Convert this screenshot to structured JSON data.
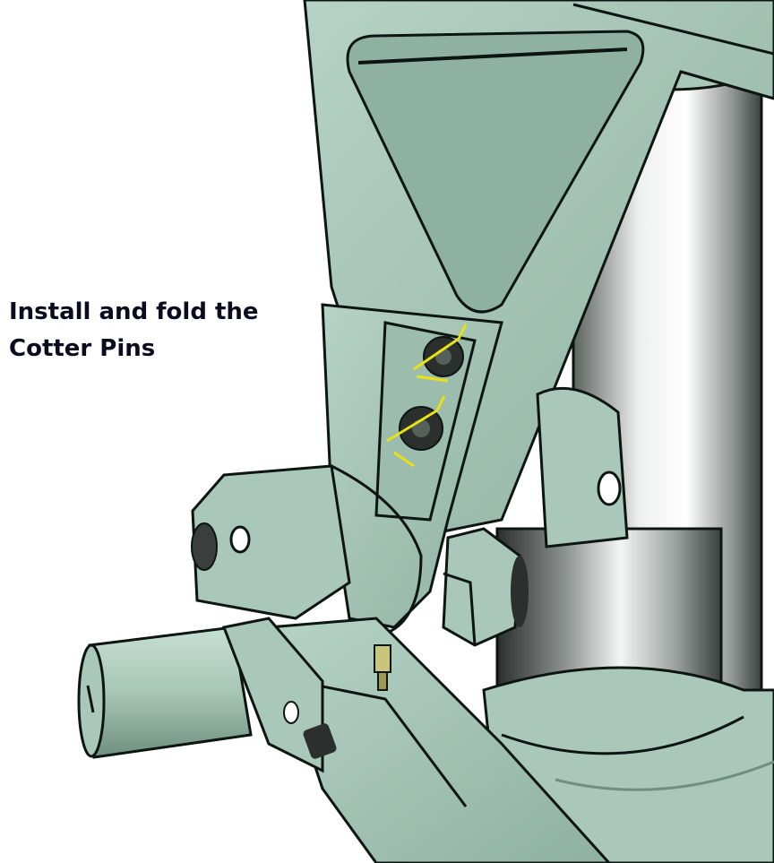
{
  "instruction": {
    "line1": "Install and fold the",
    "line2": "Cotter Pins"
  },
  "colors": {
    "casting": "#a9c8b9",
    "casting_shadow": "#6f8f80",
    "outline": "#0d1512",
    "pin": "#e8e214",
    "nut": "#2b2f2e"
  },
  "parts": [
    "landing-gear-strut-casting",
    "shock-strut-cylinder",
    "axle",
    "hex-bolt",
    "castle-nut",
    "cotter-pin",
    "grease-fitting"
  ]
}
